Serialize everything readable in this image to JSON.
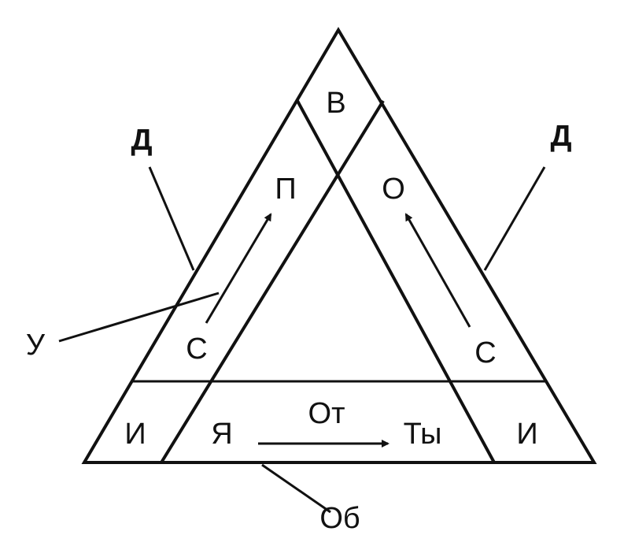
{
  "labels": {
    "top": "В",
    "left_upper": "П",
    "right_upper": "О",
    "left_lower": "С",
    "right_lower": "С",
    "base_left_corner": "И",
    "base_self": "Я",
    "base_arrow": "От",
    "base_other": "Ты",
    "base_right_corner": "И",
    "side_left": "Д",
    "side_right": "Д",
    "pointer_left": "У",
    "pointer_bottom": "Об"
  },
  "colors": {
    "ink": "#111111",
    "background": "#ffffff"
  }
}
